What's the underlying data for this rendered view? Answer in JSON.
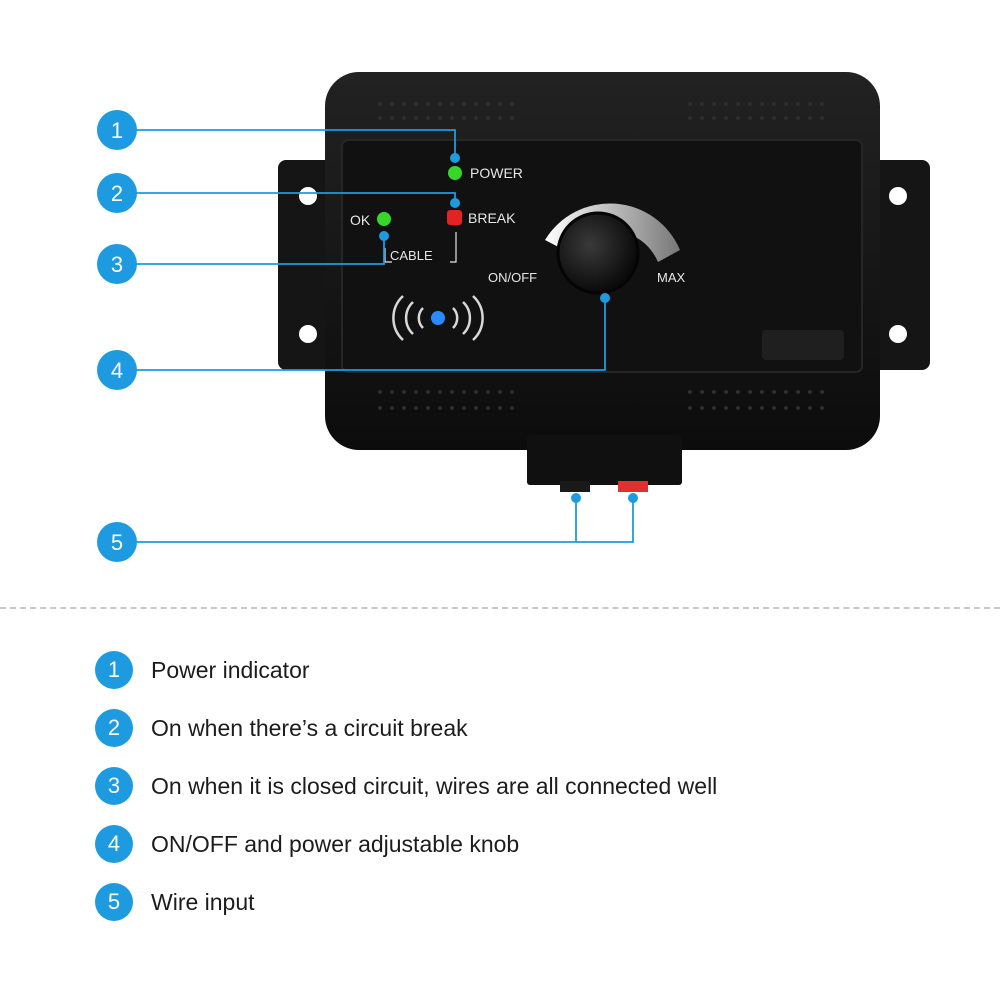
{
  "device": {
    "labels": {
      "power": "POWER",
      "break": "BREAK",
      "ok": "OK",
      "cable": "CABLE",
      "on_off": "ON/OFF",
      "max": "MAX"
    },
    "led_colors": {
      "power": "#39d62a",
      "break": "#e32222",
      "ok": "#39d62a",
      "signal": "#2a8bff"
    }
  },
  "callouts": [
    {
      "number": "1"
    },
    {
      "number": "2"
    },
    {
      "number": "3"
    },
    {
      "number": "4"
    },
    {
      "number": "5"
    }
  ],
  "legend": [
    {
      "number": "1",
      "text": "Power indicator"
    },
    {
      "number": "2",
      "text": "On when there’s a circuit break"
    },
    {
      "number": "3",
      "text": "On when it is closed circuit, wires are all connected well"
    },
    {
      "number": "4",
      "text": "ON/OFF and power adjustable knob"
    },
    {
      "number": "5",
      "text": "Wire input"
    }
  ],
  "colors": {
    "accent": "#1e9be0",
    "device_body": "#141414"
  }
}
